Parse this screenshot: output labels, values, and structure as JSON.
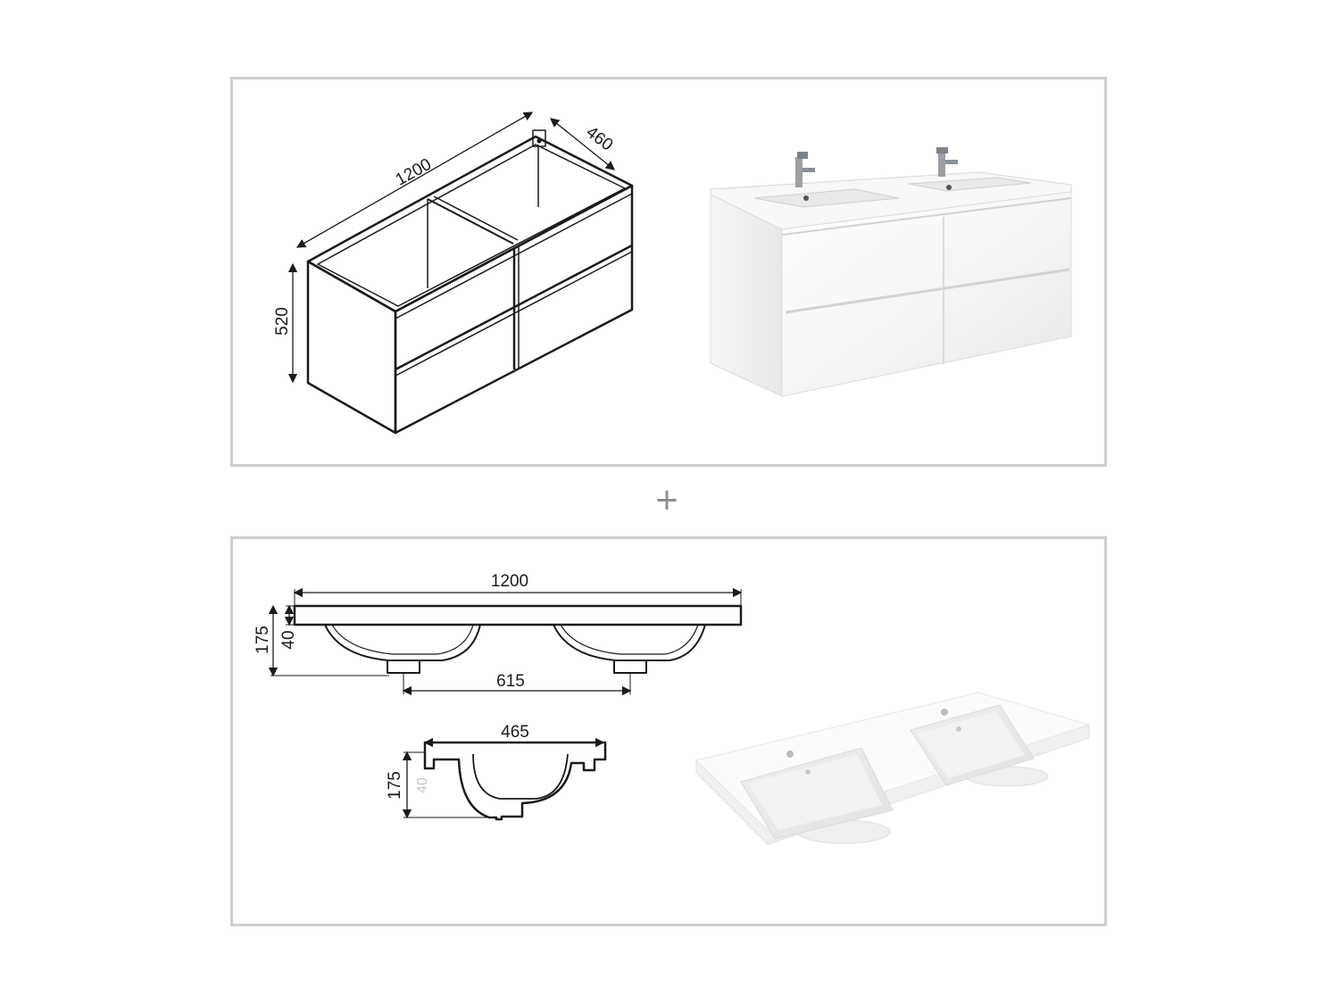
{
  "separator_symbol": "+",
  "cabinet": {
    "width_label": "1200",
    "depth_label": "460",
    "height_label": "520"
  },
  "basin": {
    "front_width_label": "1200",
    "total_height_label": "175",
    "top_thickness_label": "40",
    "bowl_spacing_label": "615",
    "side_depth_label": "465",
    "side_height_label": "175",
    "side_ghost_label": "40"
  },
  "colors": {
    "line": "#1a1a1a",
    "frame": "#cfcfcf",
    "product_white": "#f4f4f4",
    "chrome": "#9aa0a6"
  }
}
